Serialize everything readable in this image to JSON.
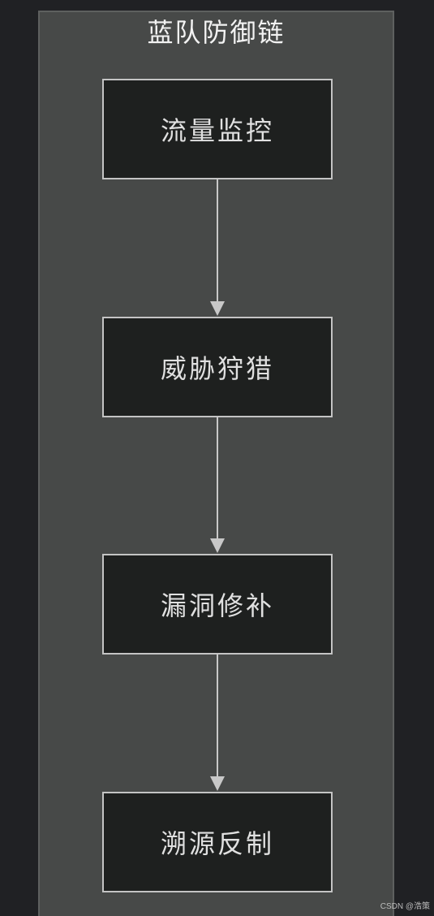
{
  "diagram": {
    "title": "蓝队防御链",
    "nodes": [
      {
        "id": "n1",
        "label": "流量监控"
      },
      {
        "id": "n2",
        "label": "威胁狩猎"
      },
      {
        "id": "n3",
        "label": "漏洞修补"
      },
      {
        "id": "n4",
        "label": "溯源反制"
      }
    ],
    "edges": [
      {
        "from": "n1",
        "to": "n2"
      },
      {
        "from": "n2",
        "to": "n3"
      },
      {
        "from": "n3",
        "to": "n4"
      }
    ],
    "colors": {
      "background": "#202124",
      "cluster_fill": "#474948",
      "node_fill": "#1e201f",
      "node_border": "#c4c4c4",
      "edge": "#c8c8c8",
      "text": "#e0e0e0"
    }
  },
  "watermark": "CSDN @浩策"
}
